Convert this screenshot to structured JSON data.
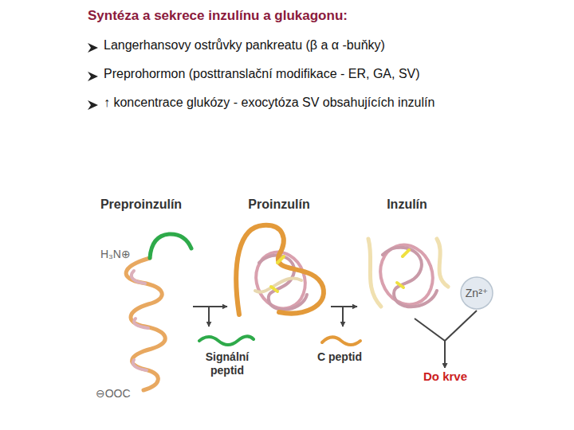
{
  "diagram": {
    "title": "Syntéza a sekrece inzulínu a glukagonu:",
    "nodes": [
      {
        "text": [
          "Preproinzulín"
        ]
      },
      {
        "text": [
          "Proinzulín"
        ]
      },
      {
        "text": [
          "Inzulín"
        ]
      },
      {
        "text": [
          "Signální peptid"
        ]
      },
      {
        "text": [
          "C peptid"
        ]
      },
      {
        "text": [
          "Zn²⁺"
        ]
      },
      {
        "text": [
          "Do krve"
        ]
      }
    ],
    "edges": [
      {
        "from": 0,
        "to": 1,
        "arrow": "to"
      },
      {
        "from": 0,
        "to": 3,
        "arrow": "to"
      },
      {
        "from": 1,
        "to": 2,
        "arrow": "to"
      },
      {
        "from": 1,
        "to": 4,
        "arrow": "to"
      },
      {
        "from": 2,
        "to": 6,
        "arrow": "to"
      },
      {
        "from": 5,
        "to": 6,
        "arrow": "to"
      }
    ],
    "labels": [
      "Langerhansovy ostrůvky pankreatu (β a α -buňky)",
      "Preprohormon (posttranslační modifikace - ER, GA, SV)",
      "↑ koncentrace glukózy - exocytóza SV obsahujících inzulín",
      "H₃N⊕",
      "⊖OOC"
    ]
  }
}
